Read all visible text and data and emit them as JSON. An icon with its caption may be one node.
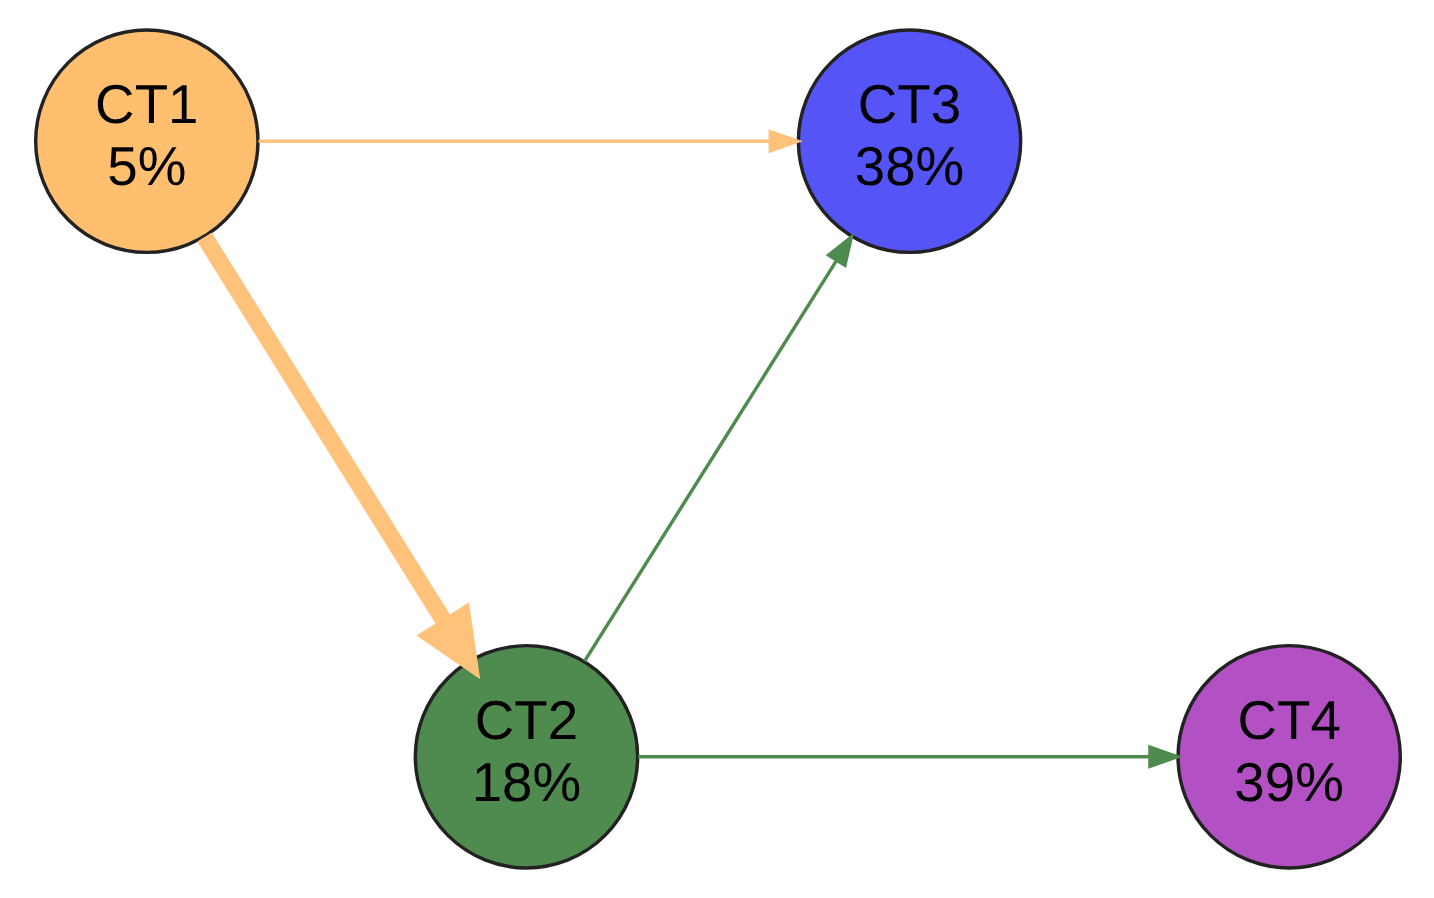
{
  "diagram": {
    "nodes": [
      {
        "text": [
          "CT1",
          "5%"
        ]
      },
      {
        "text": [
          "CT3",
          "38%"
        ]
      },
      {
        "text": [
          "CT2",
          "18%"
        ]
      },
      {
        "text": [
          "CT4",
          "39%"
        ]
      }
    ],
    "edges": [
      {
        "from": 0,
        "to": 1,
        "arrow": "to",
        "color": "#ffc27a"
      },
      {
        "from": 0,
        "to": 2,
        "arrow": "to",
        "style": "thick",
        "color": "#ffc27a"
      },
      {
        "from": 2,
        "to": 1,
        "arrow": "to",
        "color": "#4f8a4f"
      },
      {
        "from": 2,
        "to": 3,
        "arrow": "to",
        "color": "#4f8a4f"
      }
    ]
  }
}
